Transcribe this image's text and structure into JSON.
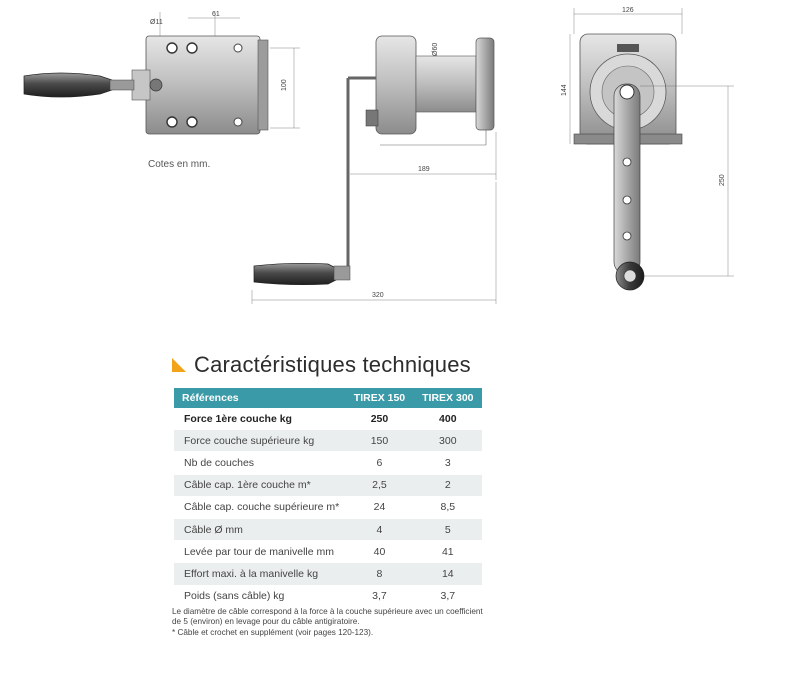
{
  "drawing": {
    "dims": {
      "hole_dia": "Ø11",
      "hole_spacing": "61",
      "front_height": "100",
      "drum_dia": "Ø60",
      "side_width": "189",
      "crank_span": "320",
      "rear_width": "126",
      "rear_height": "144",
      "crank_length": "250"
    },
    "units_note": "Cotes en mm."
  },
  "section": {
    "title": "Caractéristiques techniques",
    "accent_color": "#f2a31a"
  },
  "table": {
    "header_color": "#3a9aa8",
    "headers": [
      "Références",
      "TIREX 150",
      "TIREX 300"
    ],
    "rows": [
      [
        "Force 1ère couche kg",
        "250",
        "400"
      ],
      [
        "Force couche supérieure kg",
        "150",
        "300"
      ],
      [
        "Nb de couches",
        "6",
        "3"
      ],
      [
        "Câble cap. 1ère couche m*",
        "2,5",
        "2"
      ],
      [
        "Câble cap. couche supérieure m*",
        "24",
        "8,5"
      ],
      [
        "Câble Ø mm",
        "4",
        "5"
      ],
      [
        "Levée par tour de manivelle mm",
        "40",
        "41"
      ],
      [
        "Effort maxi. à la manivelle kg",
        "8",
        "14"
      ],
      [
        "Poids (sans câble) kg",
        "3,7",
        "3,7"
      ]
    ]
  },
  "footnotes": [
    "Le diamètre de câble correspond à la force à la couche supérieure avec un coefficient de 5 (environ) en levage pour du câble antigiratoire.",
    "* Câble et crochet en supplément (voir pages 120-123)."
  ]
}
